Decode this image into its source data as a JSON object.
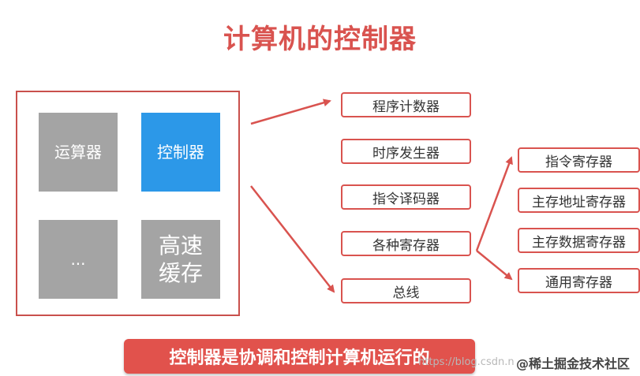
{
  "title": "计算机的控制器",
  "tiles": {
    "alu": "运算器",
    "controller": "控制器",
    "more": "...",
    "cache_line1": "高速",
    "cache_line2": "缓存"
  },
  "components": {
    "program_counter": "程序计数器",
    "timing_generator": "时序发生器",
    "instruction_decoder": "指令译码器",
    "registers": "各种寄存器",
    "bus": "总线"
  },
  "registers": {
    "instruction_register": "指令寄存器",
    "memory_address_register": "主存地址寄存器",
    "memory_data_register": "主存数据寄存器",
    "general_register": "通用寄存器"
  },
  "banner": "控制器是协调和控制计算机运行的",
  "watermark": {
    "url": "https://blog.csdn.n",
    "site": "@稀土掘金技术社区"
  },
  "colors": {
    "accent": "#d9534f",
    "controller": "#2c98e8",
    "tile_gray": "#a4a4a4"
  }
}
